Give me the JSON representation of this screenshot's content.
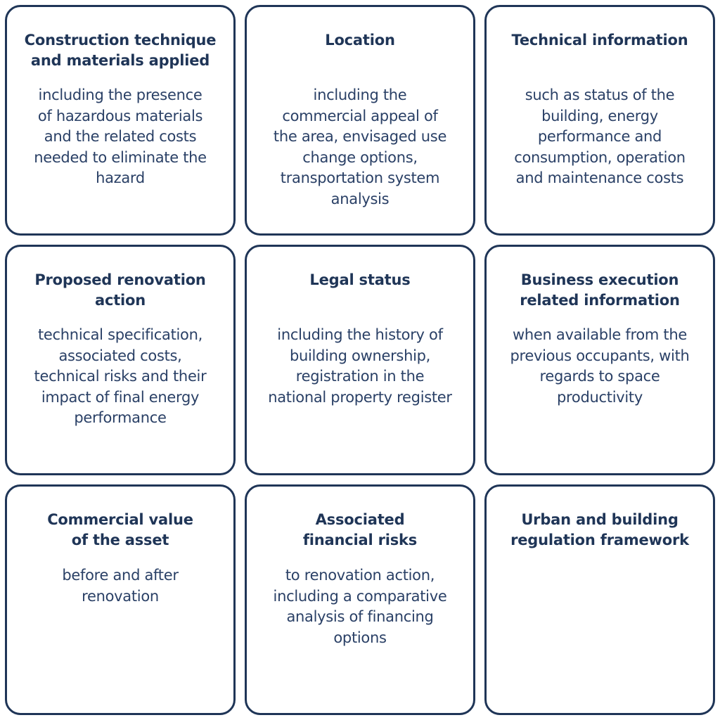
{
  "colors": {
    "border": "#1f3557",
    "title_text": "#1f3557",
    "body_text": "#2a4066",
    "background": "#ffffff"
  },
  "cards": [
    {
      "title": "Construction technique\nand materials applied",
      "body": "including the presence\nof hazardous materials\nand the related costs\nneeded to eliminate the\nhazard"
    },
    {
      "title": "Location",
      "body": "including the\ncommercial appeal of\nthe area, envisaged use\nchange options,\ntransportation system\nanalysis"
    },
    {
      "title": "Technical information",
      "body": "such as status of the\nbuilding, energy\nperformance and\nconsumption, operation\nand maintenance costs"
    },
    {
      "title": "Proposed renovation\naction",
      "body": "technical specification,\nassociated costs,\ntechnical risks and their\nimpact of final energy\nperformance"
    },
    {
      "title": "Legal status",
      "body": "including the history of\nbuilding ownership,\nregistration in the\nnational property register"
    },
    {
      "title": "Business execution\nrelated information",
      "body": "when available from the\nprevious occupants, with\nregards to space\nproductivity"
    },
    {
      "title": "Commercial value\nof the asset",
      "body": "before and after\nrenovation"
    },
    {
      "title": "Associated\nfinancial risks",
      "body": "to renovation action,\nincluding a comparative\nanalysis of financing\noptions"
    },
    {
      "title": "Urban and building\nregulation framework",
      "body": ""
    }
  ]
}
